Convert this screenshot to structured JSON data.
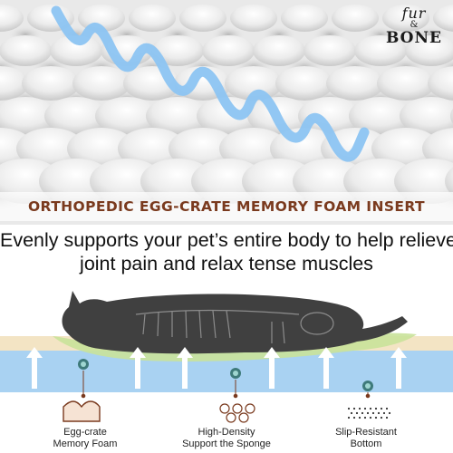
{
  "brand": {
    "logo_top": "fur",
    "logo_amp": "&",
    "logo_bottom": "BONE"
  },
  "banner": {
    "text": "ORTHOPEDIC EGG-CRATE MEMORY FOAM INSERT"
  },
  "tagline": {
    "line1": "Evenly supports your pet’s entire body to help relieve",
    "line2": "joint pain and relax tense muscles"
  },
  "layers": [
    {
      "line1": "Egg-crate",
      "line2": "Memory Foam"
    },
    {
      "line1": "High-Density",
      "line2": "Support the Sponge"
    },
    {
      "line1": "Slip-Resistant",
      "line2": "Bottom"
    }
  ],
  "colors": {
    "banner_text": "#7a3a1e",
    "wave": "#8cc4f2",
    "foam_top_layer": "#f3e4c4",
    "sponge_layer": "#a9d2f2",
    "dog": "#404040",
    "pressure_glow": "#c9e29a"
  },
  "icons": [
    "wave-arrow-icon",
    "up-arrow-icon",
    "egg-crate-icon",
    "sponge-cells-icon",
    "dotted-bottom-icon"
  ]
}
